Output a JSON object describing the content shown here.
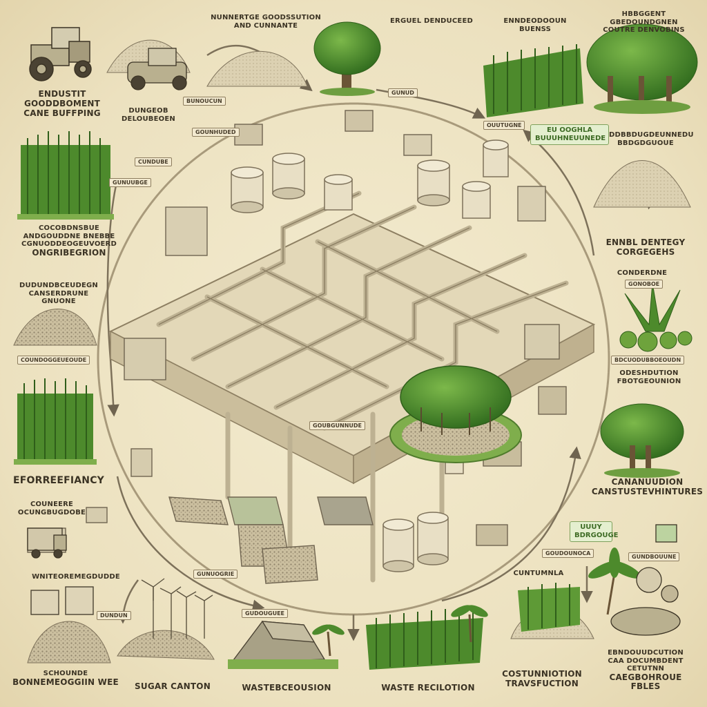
{
  "colors": {
    "paper": "#efe6c8",
    "ink": "#3b3324",
    "leaf": "#4d8a2c",
    "leaf_dark": "#2f5e1a",
    "pipe": "#cfc3a3",
    "soil": "#9c8f74",
    "accent_green": "#3d6b24"
  },
  "labels": {
    "top_l1": "ENDUSTIT GOODDBOMENT",
    "top_l2": "CANE BUFFPING",
    "top_mid1_l1": "DUNGEOB",
    "top_mid1_l2": "DELOUBEOEN",
    "top_mid2_l1": "NUNNERTGE GOODSSUTION",
    "top_mid2_l2": "AND CUNNANTE",
    "top_mid3": "ERGUEL DENDUCEED",
    "top_r1_l1": "ENNDEODOOUN",
    "top_r1_l2": "BUENSS",
    "top_r2_l1": "HBBGGENT GBEDOUNDGNEN",
    "top_r2_l2": "COUTRE DENVOBINS",
    "left_a_l1": "COCOBDNSBUE",
    "left_a_l2": "ANDGOUDDNE BNEBBE",
    "left_a_l3": "CGNUODDEOGEUVOERD",
    "left_a_l4": "ONGRIBEGRION",
    "left_b_l1": "DUDUNDBCEUDEGN",
    "left_b_l2": "CANSERDRUNE GNUONE",
    "left_b_tag": "COUNDOGGEUEOUDE",
    "left_c": "EFORREEFIANCY",
    "left_d_l1": "COUNEERE",
    "left_d_l2": "OCUNGBUGDOBE",
    "left_e": "WNITEOREMEGDUDDE",
    "right_a_l1": "GUDDBBDUGDEUNNEDU",
    "right_a_l2": "BBDGDGUOUE",
    "right_b_l1": "ENNBL DENTEGY",
    "right_b_l2": "CORGEGEHS",
    "right_c_l1": "CONDERDNE",
    "right_c_tag": "GONOBOE",
    "right_d_tag": "BDCUODUBBOEOUDN",
    "right_d_l1": "ODESHDUTION",
    "right_d_l2": "FBOTGEOUNION",
    "right_e_l1": "CANANUUDION",
    "right_e_l2": "CANSTUSTEVHINTURES",
    "right_f_l1": "EBNDOUUDCUTION",
    "right_f_l2": "CAA DOCUMBDENT",
    "right_f_l3": "CETUTNN",
    "right_f_l4": "CAEGBOHROUE FBLES",
    "green_top_l1": "EU OOGHLA",
    "green_top_l2": "BUUUHNEUUNEDE",
    "green_mid_l1": "UUUY",
    "green_mid_l2": "BDRGOUGE",
    "bottom_mid": "CUNTUMNLA",
    "bottom_1_l1": "SCHOUNDE",
    "bottom_1_l2": "BONNEMEOGGIIN WEE",
    "bottom_1_tag": "DUNDUN",
    "bottom_2": "SUGAR CANTON",
    "bottom_3": "WASTEBCEOUSION",
    "bottom_4": "WASTE RECILOTION",
    "bottom_5_l1": "COSTUNNIOTION",
    "bottom_5_l2": "TRAVSFUCTION",
    "tag_1": "CUNDUBE",
    "tag_2": "GUNUUBGE",
    "tag_3": "BUNOUCUN",
    "tag_4": "GOUNHUDED",
    "tag_5": "GUNUD",
    "tag_6": "OUUTUGNE",
    "tag_7": "GUNUOGRIE",
    "tag_8": "GUDOUGUEE",
    "tag_9": "GOUDOUNOCA",
    "tag_10": "GUNDBOUUNE",
    "tag_11": "GOUBGUNNUDE"
  }
}
